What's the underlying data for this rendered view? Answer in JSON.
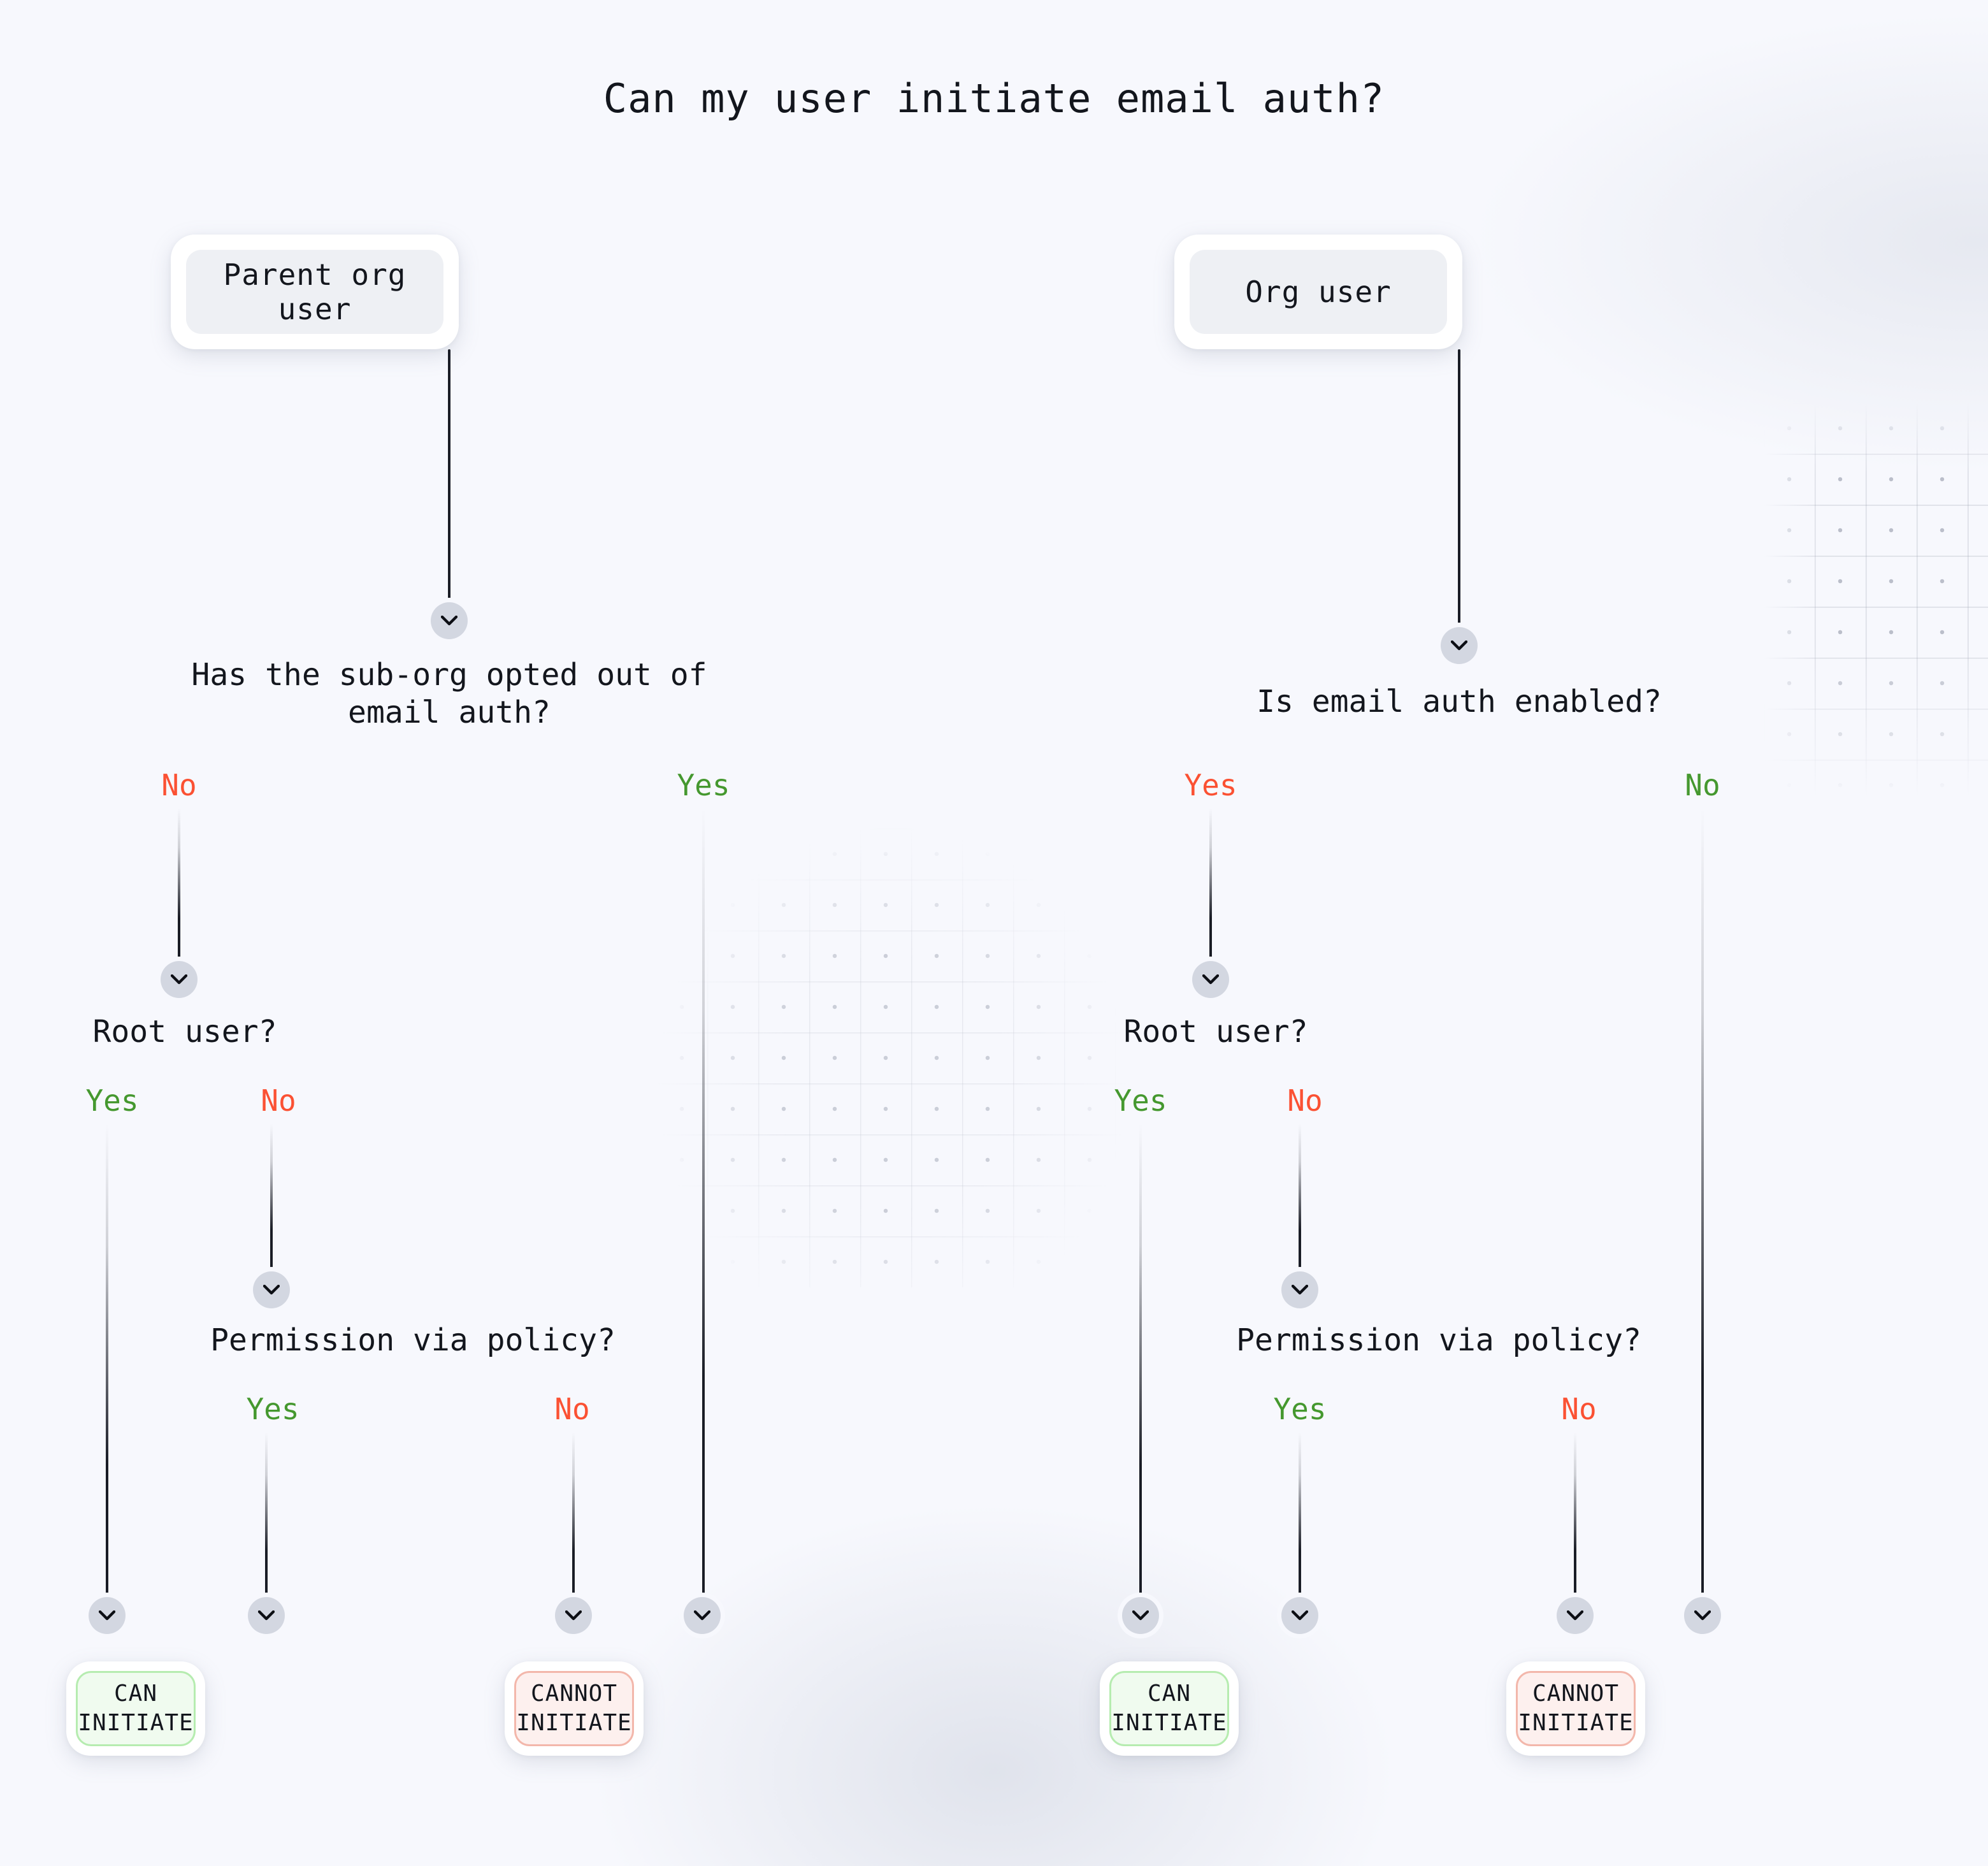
{
  "page": {
    "title": "Can my user initiate email auth?",
    "background_color": "#f7f8fd",
    "text_color": "#13161d",
    "yes_color": "#45982f",
    "no_color": "#fb5133",
    "connector_color": "#1a1d26",
    "chevron_circle_color": "#d3d7e1"
  },
  "flow": {
    "left_branch": {
      "start_node": "Parent org user",
      "q1": {
        "text": "Has the sub-org opted out of\nemail auth?",
        "left_label": "No",
        "left_label_color": "no",
        "right_label": "Yes",
        "right_label_color": "yes"
      },
      "q2": {
        "text": "Root user?",
        "left_label": "Yes",
        "left_label_color": "yes",
        "right_label": "No",
        "right_label_color": "no"
      },
      "q3": {
        "text": "Permission via policy?",
        "left_label": "Yes",
        "left_label_color": "yes",
        "right_label": "No",
        "right_label_color": "no"
      },
      "outcome_can": "CAN\nINITIATE",
      "outcome_cannot": "CANNOT\nINITIATE"
    },
    "right_branch": {
      "start_node": "Org user",
      "q1": {
        "text": "Is email auth enabled?",
        "left_label": "Yes",
        "left_label_color": "no",
        "right_label": "No",
        "right_label_color": "yes"
      },
      "q2": {
        "text": "Root user?",
        "left_label": "Yes",
        "left_label_color": "yes",
        "right_label": "No",
        "right_label_color": "no"
      },
      "q3": {
        "text": "Permission via policy?",
        "left_label": "Yes",
        "left_label_color": "yes",
        "right_label": "No",
        "right_label_color": "no"
      },
      "outcome_can": "CAN\nINITIATE",
      "outcome_cannot": "CANNOT\nINITIATE"
    }
  },
  "icons": {
    "chevron_down": "chevron-down-icon"
  }
}
